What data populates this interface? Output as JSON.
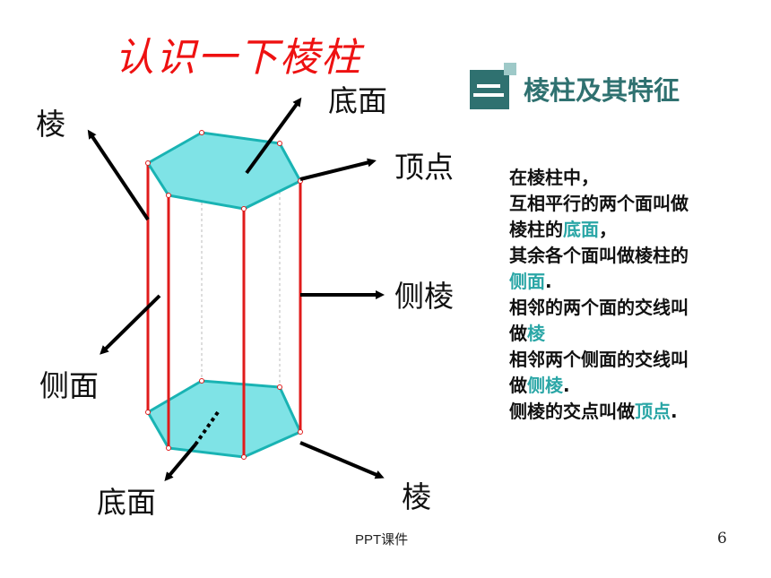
{
  "title": "认识一下棱柱",
  "labels": {
    "edge_top_left": "棱",
    "base_top": "底面",
    "vertex": "顶点",
    "lateral_edge": "侧棱",
    "lateral_face": "侧面",
    "base_bottom": "底面",
    "edge_bottom_right": "棱"
  },
  "section": {
    "title": "棱柱及其特征"
  },
  "description": [
    {
      "text": "在棱柱中，"
    },
    {
      "text": "互相平行的两个面叫做"
    },
    {
      "text": "棱柱的",
      "hl": "底面",
      "tail": "，"
    },
    {
      "text": "其余各个面叫做棱柱的"
    },
    {
      "text": "",
      "hl": "侧面",
      "tail": "."
    },
    {
      "text": "相邻的两个面的交线叫"
    },
    {
      "text": "做",
      "hl": "棱",
      "tail": ""
    },
    {
      "text": "相邻两个侧面的交线叫"
    },
    {
      "text": "做",
      "hl": "侧棱",
      "tail": "."
    },
    {
      "text": "侧棱的交点叫做",
      "hl": "顶点",
      "tail": "."
    }
  ],
  "footer": "PPT课件",
  "page_number": "6",
  "colors": {
    "title": "#ee1111",
    "face_fill": "#7fe3e6",
    "face_stroke": "#19b3b3",
    "lateral_edge": "#e01b1b",
    "section_accent": "#2f7170",
    "highlight": "#2aa6a6"
  }
}
